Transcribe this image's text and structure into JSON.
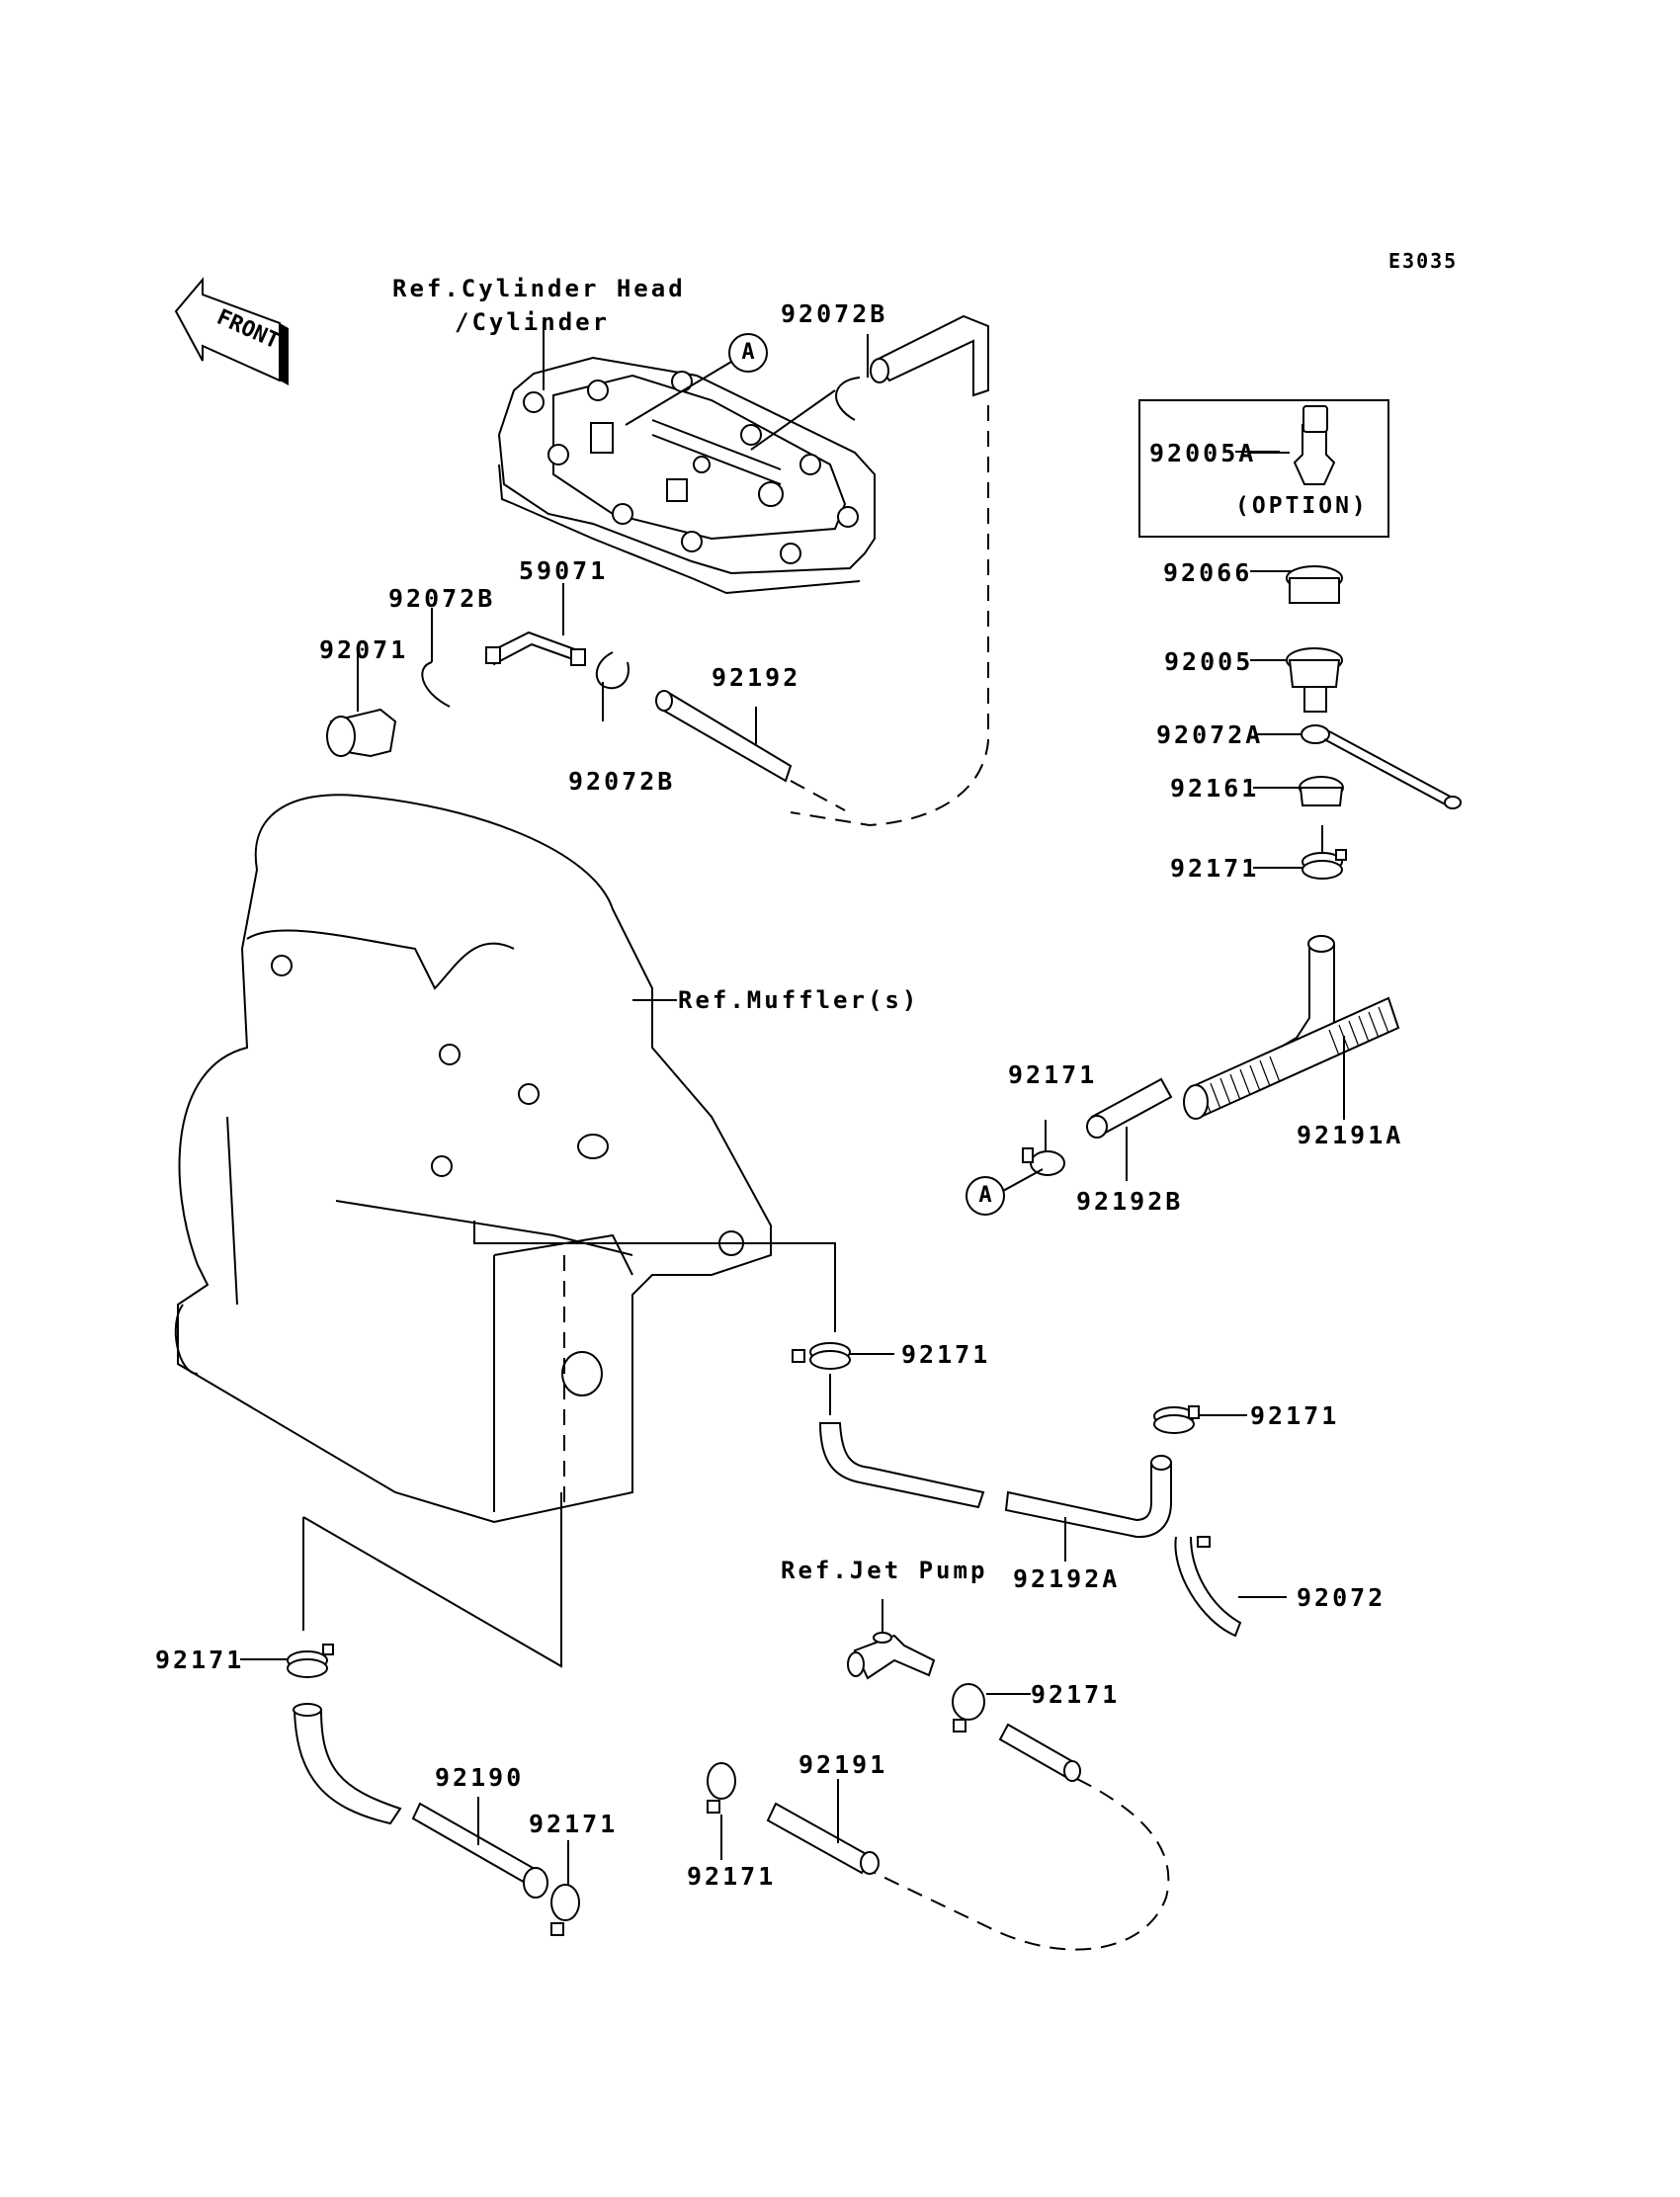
{
  "diagram_code": "E3035",
  "front_arrow": "FRONT",
  "references": {
    "cylinder_head_line1": "Ref.Cylinder Head",
    "cylinder_head_line2": "/Cylinder",
    "muffler": "Ref.Muffler(s)",
    "jet_pump": "Ref.Jet Pump"
  },
  "option_box": {
    "part": "92005A",
    "note": "(OPTION)"
  },
  "connector_marker": "A",
  "parts": {
    "p92072B_top": "92072B",
    "p92072B_left": "92072B",
    "p92072B_lower": "92072B",
    "p59071": "59071",
    "p92071": "92071",
    "p92192": "92192",
    "p92066": "92066",
    "p92005": "92005",
    "p92072A": "92072A",
    "p92161": "92161",
    "p92171_right_top": "92171",
    "p92171_A": "92171",
    "p92192B": "92192B",
    "p92191A": "92191A",
    "p92171_mid": "92171",
    "p92171_mid_right": "92171",
    "p92192A": "92192A",
    "p92072": "92072",
    "p92171_left": "92171",
    "p92190": "92190",
    "p92171_bottom_left": "92171",
    "p92171_jet": "92171",
    "p92191": "92191",
    "p92171_bottom_mid": "92171"
  }
}
